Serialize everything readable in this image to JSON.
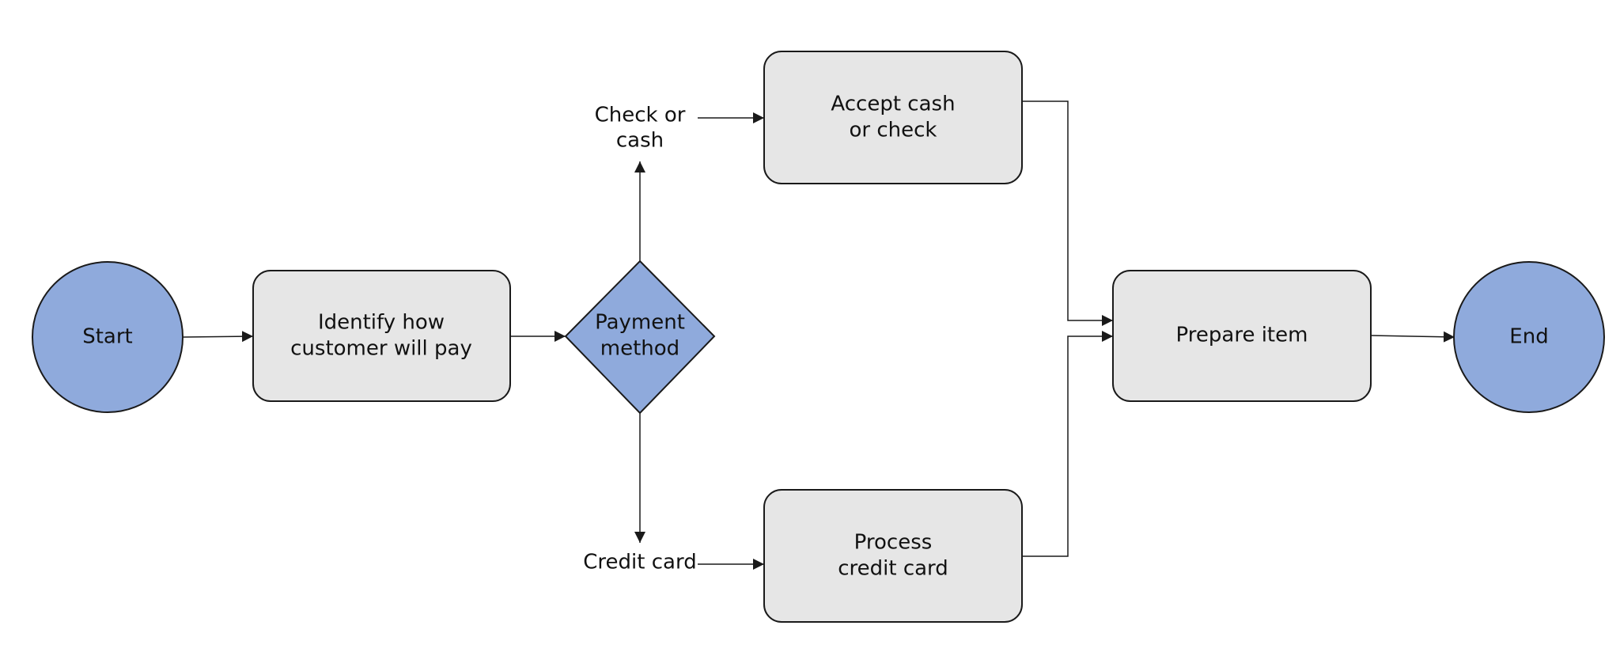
{
  "diagram": {
    "colors": {
      "terminal_fill": "#8faadc",
      "decision_fill": "#8faadc",
      "process_fill": "#e6e6e6",
      "stroke": "#1a1a1a",
      "text": "#111111"
    },
    "nodes": {
      "start": {
        "label": "Start"
      },
      "identify": {
        "line1": "Identify how",
        "line2": "customer will pay"
      },
      "decision": {
        "line1": "Payment",
        "line2": "method"
      },
      "accept": {
        "line1": "Accept cash",
        "line2": "or check"
      },
      "process_card": {
        "line1": "Process",
        "line2": "credit card"
      },
      "prepare": {
        "label": "Prepare item"
      },
      "end": {
        "label": "End"
      }
    },
    "branch_labels": {
      "check_or_cash": {
        "line1": "Check or",
        "line2": "cash"
      },
      "credit_card": {
        "label": "Credit card"
      }
    }
  }
}
